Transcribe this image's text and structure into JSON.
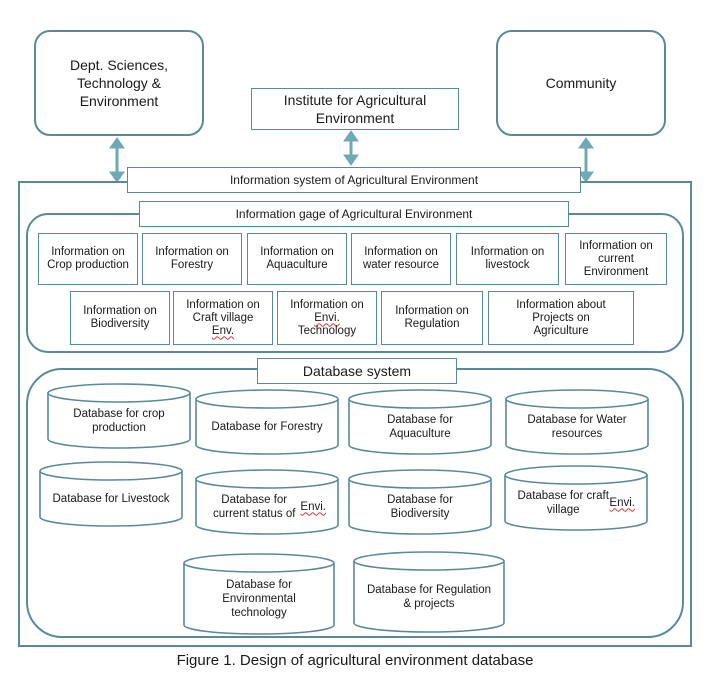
{
  "top": {
    "dept_label": "Dept. Sciences, Technology & Environment",
    "institute_label": "Institute for Agricultural Environment",
    "community_label": "Community"
  },
  "system_bar_label": "Information system of Agricultural Environment",
  "info_panel": {
    "header": "Information gage of Agricultural Environment",
    "items": [
      "Information on Crop production",
      "Information on Forestry",
      "Information on Aquaculture",
      "Information on water resource",
      "Information on livestock",
      "Information on current Environment",
      "Information on Biodiversity",
      "Information on Craft village",
      "Information on",
      "Information on Regulation",
      "Information about Projects on Agriculture"
    ],
    "craft_env_word": "Env.",
    "envi_word": "Envi.",
    "technology_word": "Technology"
  },
  "database_panel": {
    "header": "Database system",
    "items": [
      "Database for crop production",
      "Database for Forestry",
      "Database for Aquaculture",
      "Database for Water resources",
      "Database for Livestock",
      "Database for current status of",
      "Database for Biodiversity",
      "Database for craft village",
      "Database for Environmental technology",
      "Database for Regulation & projects"
    ],
    "envi_word": "Envi."
  },
  "caption": "Figure 1. Design of agricultural environment database",
  "colors": {
    "stroke": "#5a8a96",
    "arrow": "#6fa9b5",
    "spellcheck_underline": "#d23a3a"
  }
}
